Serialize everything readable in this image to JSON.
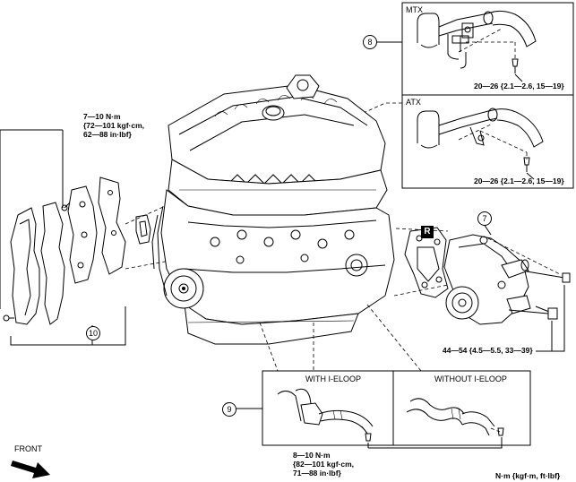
{
  "callouts": {
    "c7": "7",
    "c8": "8",
    "c9": "9",
    "c10": "10"
  },
  "badge": "R",
  "labels": {
    "mtx": "MTX",
    "atx": "ATX",
    "with_ieloop": "WITH I-ELOOP",
    "without_ieloop": "WITHOUT I-ELOOP",
    "front": "FRONT"
  },
  "torques": {
    "timing_cover": [
      "7—10 N·m",
      "{72—101 kgf·cm,",
      "62—88 in·lbf}"
    ],
    "mtx": "20—26 {2.1—2.6, 15—19}",
    "atx": "20—26 {2.1—2.6, 15—19}",
    "water_pump": "44—54 {4.5—5.5, 33—39}",
    "hose_bracket": [
      "8—10 N·m",
      "{82—101 kgf·cm,",
      "71—88 in·lbf}"
    ]
  },
  "unit_note": "N·m {kgf·m, ft·lbf}"
}
